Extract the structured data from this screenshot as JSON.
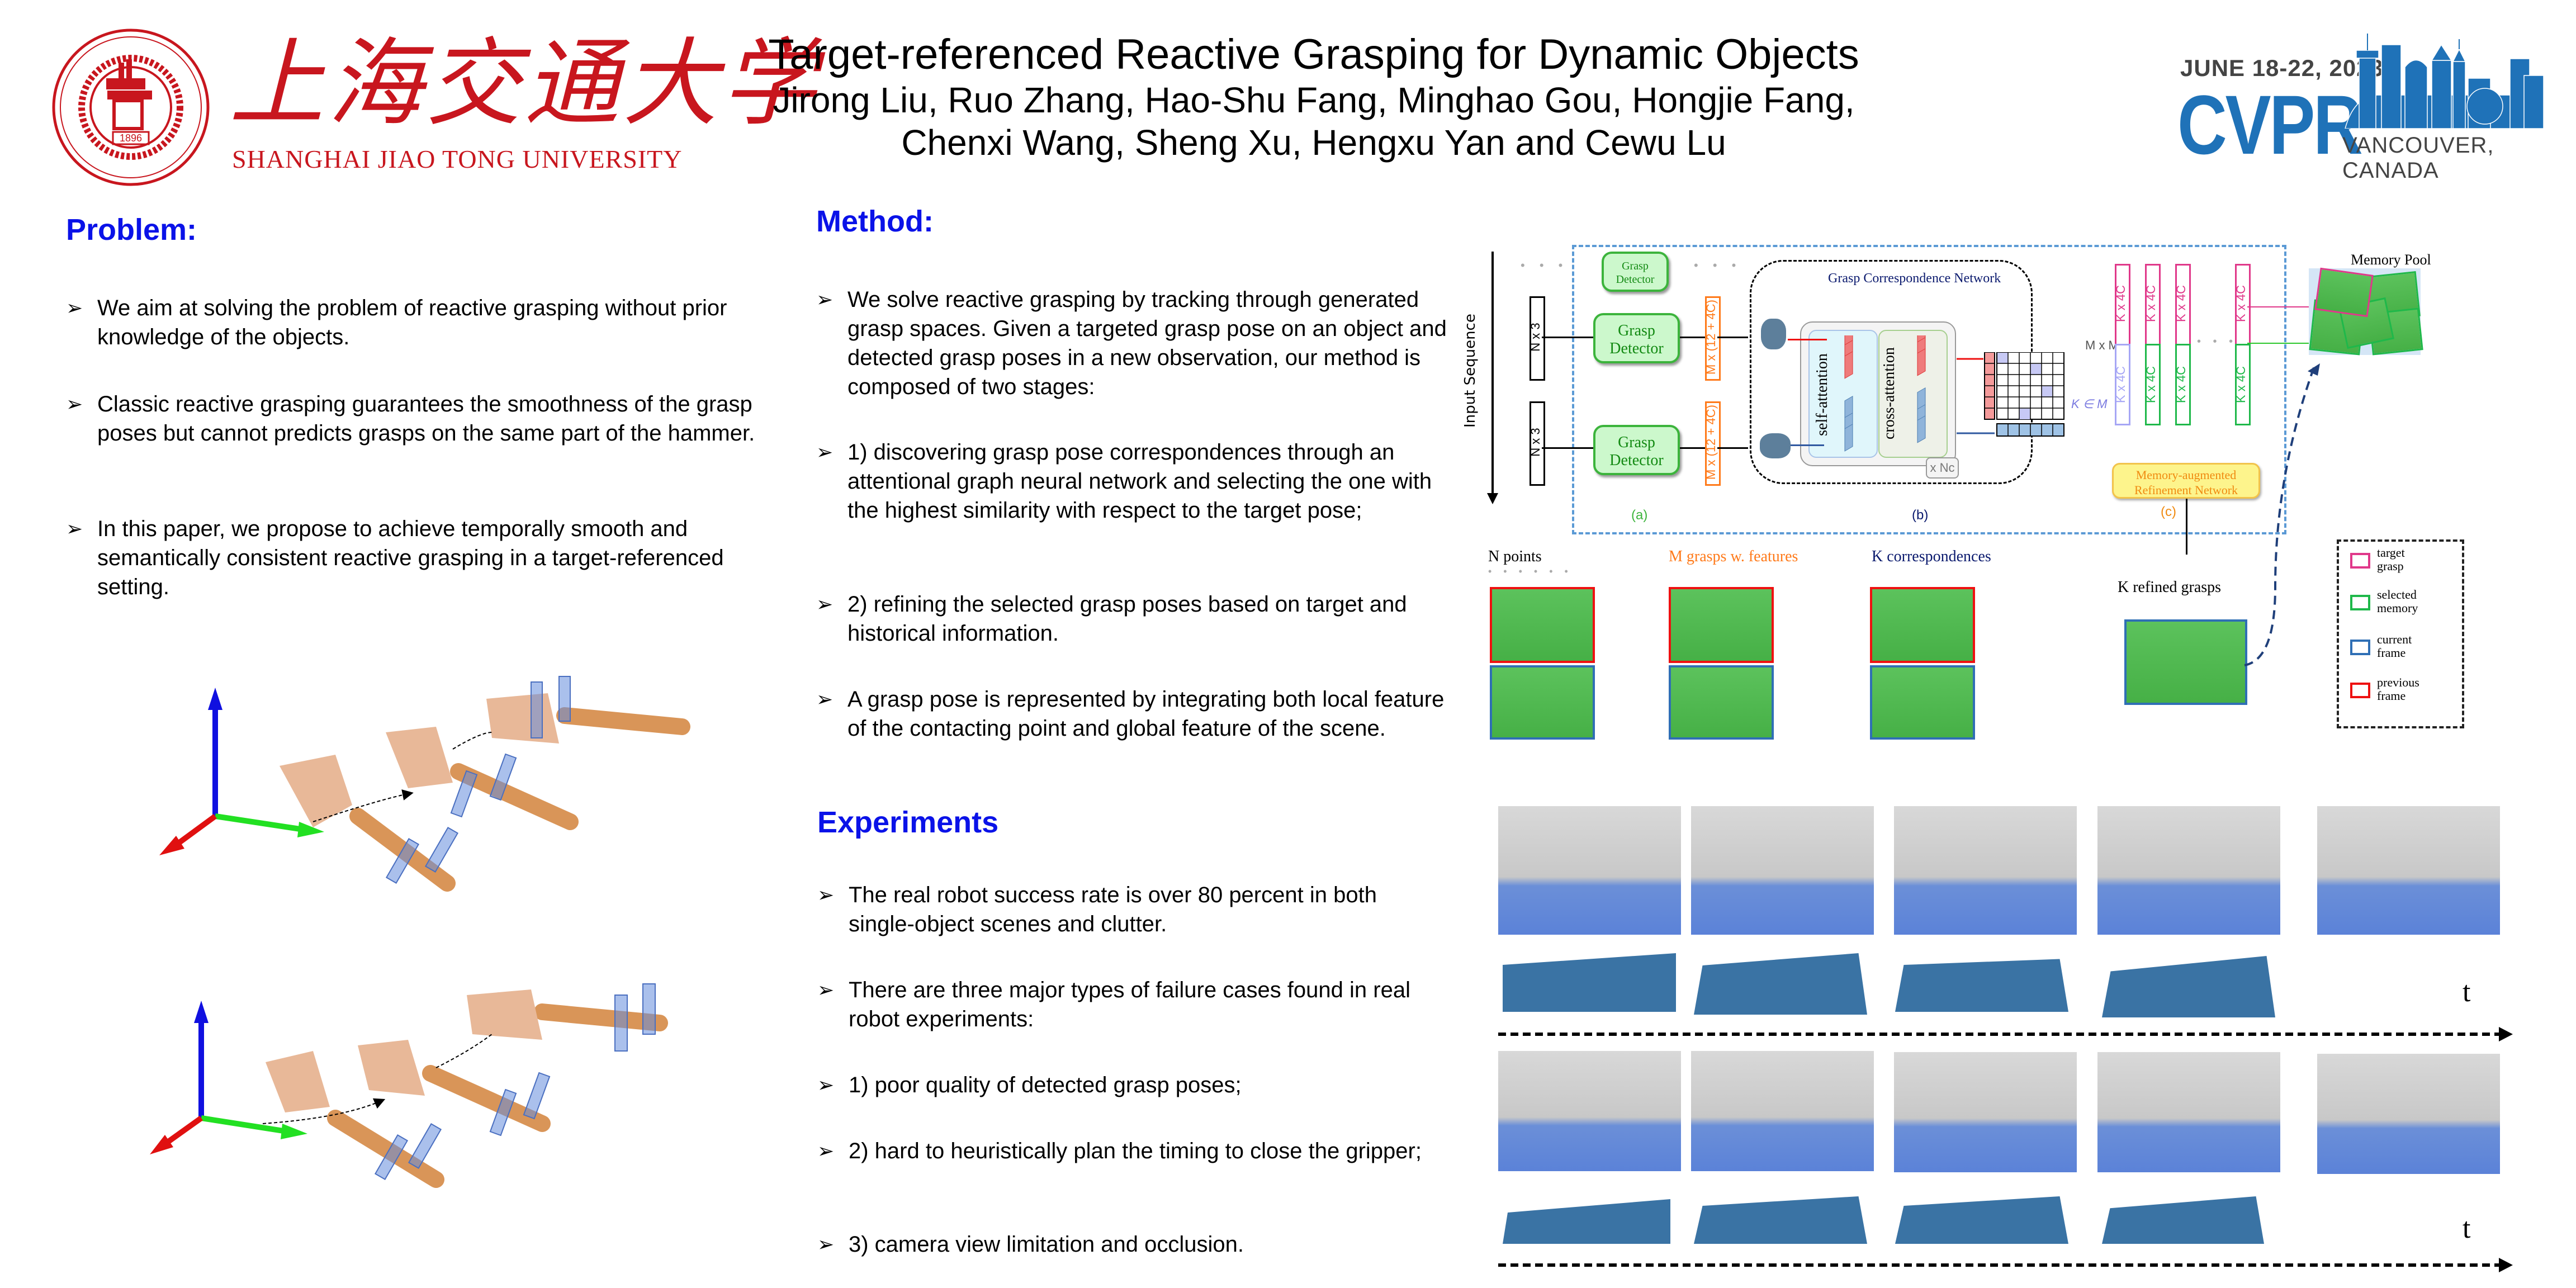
{
  "header": {
    "university_cn": "上海交通大学",
    "university_en": "Shanghai Jiao Tong University",
    "seal_year": "1896",
    "title": "Target-referenced Reactive Grasping for Dynamic Objects",
    "authors_line1": "Jirong Liu, Ruo Zhang, Hao-Shu Fang, Minghao Gou, Hongjie Fang,",
    "authors_line2": "Chenxi Wang, Sheng Xu, Hengxu Yan and Cewu Lu",
    "conference": {
      "date": "JUNE 18-22, 2023",
      "name": "CVPR",
      "location": "VANCOUVER, CANADA"
    }
  },
  "problem": {
    "heading": "Problem:",
    "bullets": [
      "We aim at solving the problem of reactive grasping without prior knowledge of the objects.",
      "Classic reactive grasping guarantees the smoothness of the grasp poses but cannot predicts grasps on the same part of the hammer.",
      "In this paper, we propose to achieve temporally smooth and semantically consistent reactive grasping in a target-referenced setting."
    ]
  },
  "method": {
    "heading": "Method:",
    "bullets": [
      "We solve reactive grasping by tracking through generated grasp spaces. Given a targeted grasp pose on an object and detected grasp poses in a new observation, our method is composed of two stages:",
      "1) discovering grasp pose correspondences through an attentional graph neural network and selecting the one with the highest similarity with respect to the target pose;",
      "2) refining the selected grasp poses based on target and historical information.",
      "A grasp pose is represented by integrating both local feature of the contacting point and global feature of the scene."
    ]
  },
  "experiments": {
    "heading": "Experiments",
    "bullets": [
      "The real robot success rate is over 80 percent in both single-object scenes and clutter.",
      "There are three major types of failure cases found in real robot experiments:",
      "1) poor quality of detected grasp poses;",
      "2) hard to heuristically plan the timing to close the gripper;",
      "3) camera view limitation and occlusion."
    ],
    "time_label": "t"
  },
  "diagram": {
    "input_sequence": "Input  Sequence",
    "ellipsis": "• • •",
    "grasp_detector": "Grasp Detector",
    "nx3": "N x 3",
    "mfeat": "M x (12 + 4C)",
    "gcn_title": "Grasp Correspondence Network",
    "self_attention": "self-attention",
    "cross_attention": "cross-attention",
    "xnc": "x Nc",
    "mxm": "M x M",
    "k_in_m": "K ∈ M",
    "kx4c": "K x 4C",
    "refine_line1": "Memory-augmented",
    "refine_line2": "Refinement Network",
    "label_a": "(a)",
    "label_b": "(b)",
    "label_c": "(c)",
    "memory_pool": "Memory Pool",
    "n_points": "N points",
    "m_grasps": "M grasps w. features",
    "k_corr": "K correspondences",
    "k_refined": "K  refined grasps",
    "legend": [
      {
        "label_1": "target",
        "label_2": "grasp",
        "color": "#e0388a"
      },
      {
        "label_1": "selected",
        "label_2": "memory",
        "color": "#1fb84a"
      },
      {
        "label_1": "current",
        "label_2": "frame",
        "color": "#2f6fb5"
      },
      {
        "label_1": "previous",
        "label_2": "frame",
        "color": "#ee1111"
      }
    ]
  },
  "colors": {
    "heading_blue": "#0a12e8",
    "sjtu_red": "#c8161e",
    "cvpr_blue": "#1f72b8",
    "target_pink": "#e0388a",
    "memory_green": "#1fb84a",
    "current_blue": "#2f6fb5",
    "previous_red": "#ee1111",
    "feature_orange": "#ff7a1a"
  }
}
